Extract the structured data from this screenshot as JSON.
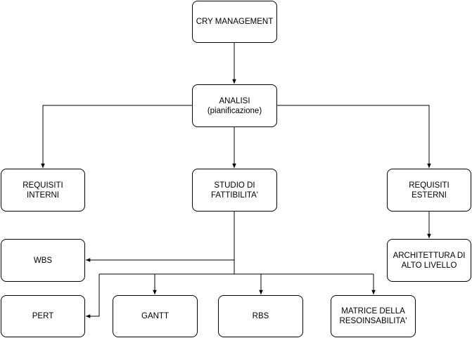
{
  "nodes": {
    "cry_management": [
      "CRY MANAGEMENT"
    ],
    "analisi": [
      "ANALISI",
      "(pianificazione)"
    ],
    "requisiti_interni": [
      "REQUISITI",
      "INTERNI"
    ],
    "studio_fattibilita": [
      "STUDIO DI",
      "FATTIBILITA'"
    ],
    "requisiti_esterni": [
      "REQUISITI",
      "ESTERNI"
    ],
    "architettura": [
      "ARCHITETTURA DI",
      "ALTO LIVELLO"
    ],
    "wbs": [
      "WBS"
    ],
    "pert": [
      "PERT"
    ],
    "gantt": [
      "GANTT"
    ],
    "rbs": [
      "RBS"
    ],
    "matrice": [
      "MATRICE DELLA",
      "RESOINSABILITA'"
    ]
  },
  "edges": [
    {
      "from": "cry_management",
      "to": "analisi"
    },
    {
      "from": "analisi",
      "to": "requisiti_interni"
    },
    {
      "from": "analisi",
      "to": "studio_fattibilita"
    },
    {
      "from": "analisi",
      "to": "requisiti_esterni"
    },
    {
      "from": "requisiti_esterni",
      "to": "architettura"
    },
    {
      "from": "studio_fattibilita",
      "to": "wbs"
    },
    {
      "from": "studio_fattibilita",
      "to": "pert"
    },
    {
      "from": "studio_fattibilita",
      "to": "gantt"
    },
    {
      "from": "studio_fattibilita",
      "to": "rbs"
    },
    {
      "from": "studio_fattibilita",
      "to": "matrice"
    }
  ]
}
